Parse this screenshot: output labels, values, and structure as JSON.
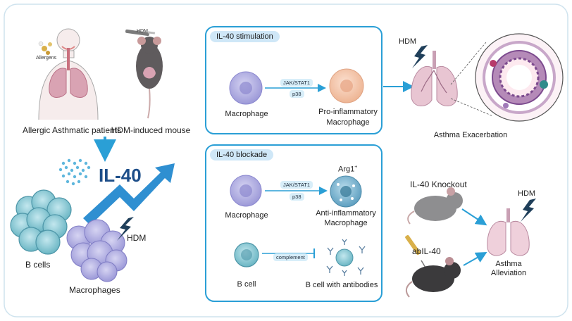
{
  "left": {
    "allergens_label": "Allergens",
    "hdm_small_label": "HDM",
    "patients_label": "Allergic Asthmatic patients",
    "mouse_label": "HDM-induced mouse",
    "il40_label": "IL-40",
    "bcells_label": "B cells",
    "macrophages_label": "Macrophages",
    "hdm_label": "HDM"
  },
  "stimulation": {
    "title": "IL-40 stimulation",
    "cell_left_label": "Macrophage",
    "pathway_top": "JAK/STAT1",
    "pathway_bottom": "p38",
    "cell_right_label_1": "Pro-inflammatory",
    "cell_right_label_2": "Macrophage"
  },
  "blockade": {
    "title": "IL-40 blockade",
    "cell_left_label": "Macrophage",
    "pathway_top": "JAK/STAT1",
    "pathway_bottom": "p38",
    "arg1_label": "Arg1",
    "arg1_sup": "+",
    "cell_right_label_1": "Anti-inflammatory",
    "cell_right_label_2": "Macrophage",
    "bcell_label": "B cell",
    "complement_label": "complement",
    "bcell_antibodies_label": "B cell with antibodies"
  },
  "right": {
    "hdm_top_label": "HDM",
    "exacerbation_label": "Asthma Exacerbation",
    "knockout_label": "IL-40 Knockout",
    "abil40_label": "abIL-40",
    "hdm_bottom_label": "HDM",
    "alleviation_label_1": "Asthma",
    "alleviation_label_2": "Alleviation"
  },
  "colors": {
    "panel_border": "#2a9fd6",
    "arrow_blue": "#2a9fd6",
    "big_arrow": "#2f8fd1",
    "il40_text": "#1d4e89",
    "macrophage": "#a9a6de",
    "pro_inflammatory": "#f3c7ae",
    "anti_inflammatory": "#7fb8d4",
    "lung_pink": "#d9a3b3",
    "airway_purple": "#7c4a8e",
    "b_cell": "#7ac3cf"
  }
}
